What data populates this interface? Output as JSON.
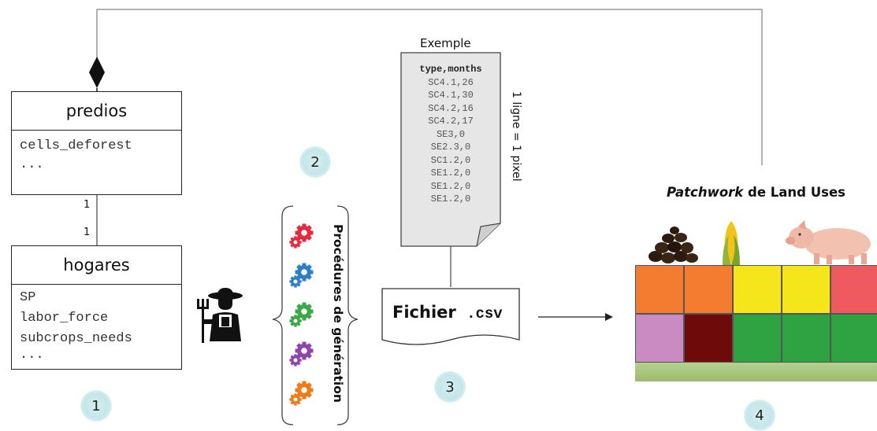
{
  "uml": {
    "predios": {
      "title": "predios",
      "attrs": [
        "cells_deforest",
        "..."
      ]
    },
    "hogares": {
      "title": "hogares",
      "attrs": [
        "SP",
        "labor_force",
        "subcrops_needs",
        "..."
      ]
    },
    "multiplicity_top": "1",
    "multiplicity_bottom": "1"
  },
  "procedures_label": "Procédures de génération",
  "example": {
    "title": "Exemple",
    "header": "type,months",
    "lines": [
      "SC4.1,26",
      "SC4.1,30",
      "SC4.2,16",
      "SC4.2,17",
      "SE3,0",
      "SE2.3,0",
      "SC1.2,0",
      "SE1.2,0",
      "SE1.2,0",
      "SE1.2,0"
    ],
    "side_note": "1 ligne = 1 pixel"
  },
  "file": {
    "label": "Fichier",
    "ext": ".csv"
  },
  "patchwork": {
    "title_italic": "Patchwork",
    "title_rest": " de Land Uses"
  },
  "steps": [
    "1",
    "2",
    "3",
    "4"
  ],
  "gear_colors": [
    "#e8283c",
    "#2f7fc8",
    "#3aa845",
    "#8e44ad",
    "#f07a1a"
  ],
  "grid_colors": [
    [
      "#f47c30",
      "#f47c30",
      "#f5e61b",
      "#f5e61b",
      "#ee5a5f"
    ],
    [
      "#c98bc2",
      "#6e0a0a",
      "#2fa341",
      "#2fa341",
      "#2fa341"
    ]
  ],
  "icons": [
    "farmer-icon",
    "gear-icon",
    "coffee-beans-icon",
    "corn-icon",
    "pig-icon",
    "document-icon"
  ]
}
